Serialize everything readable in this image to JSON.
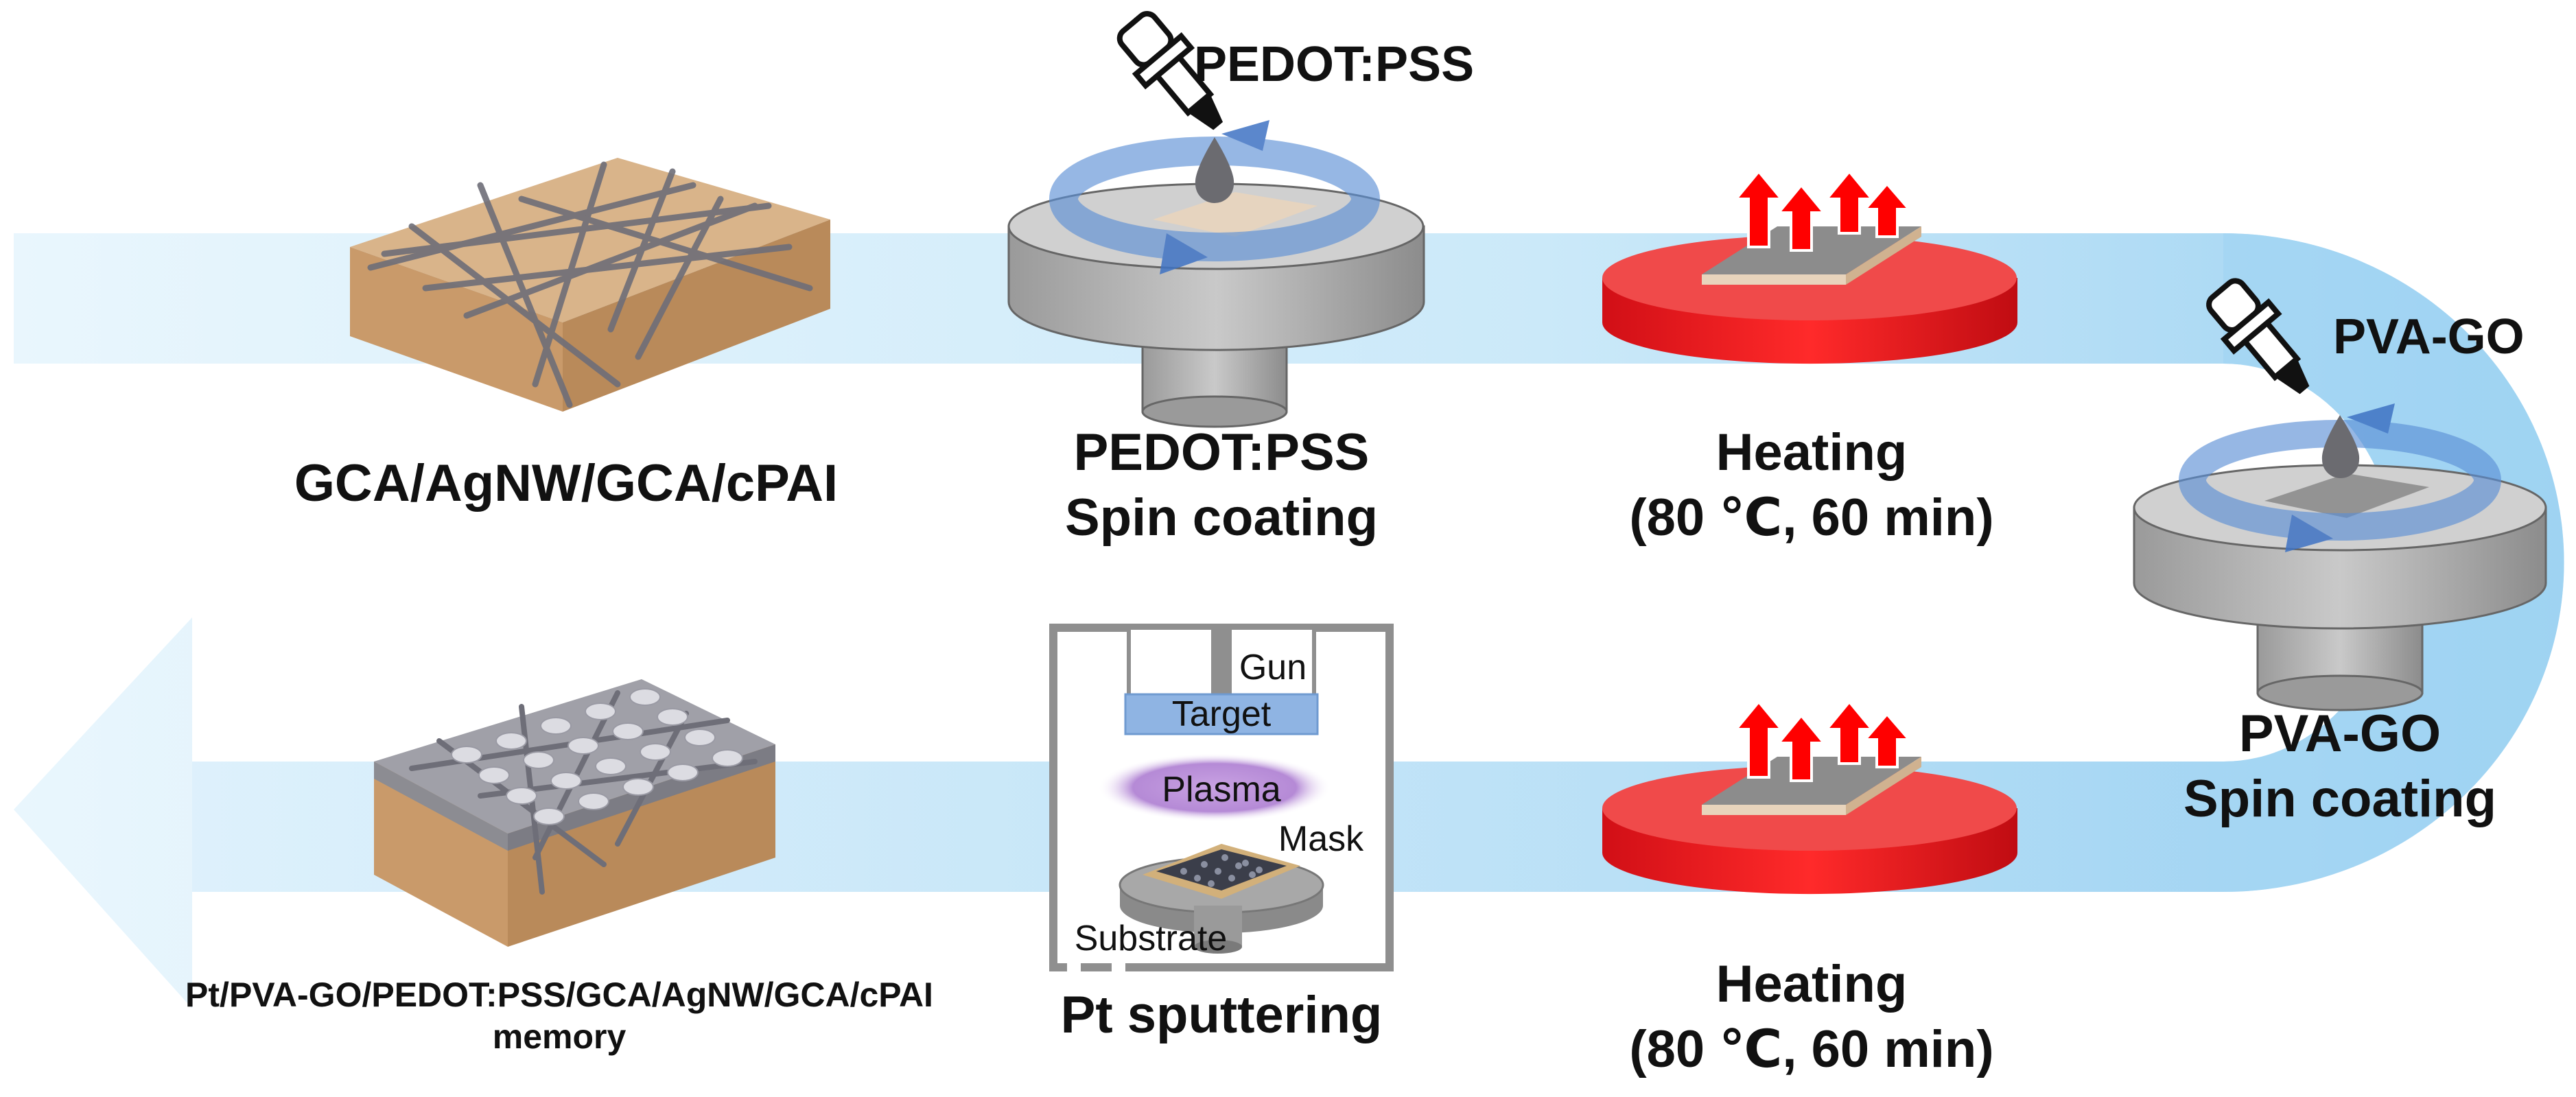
{
  "steps": {
    "start_sample": {
      "label": "GCA/AgNW/GCA/cPAI"
    },
    "pedot_spin": {
      "reagent": "PEDOT:PSS",
      "title_line1": "PEDOT:PSS",
      "title_line2": "Spin coating"
    },
    "heating_1": {
      "title_line1": "Heating",
      "title_line2": "(80 ℃, 60 min)"
    },
    "pvago_spin": {
      "reagent": "PVA-GO",
      "title_line1": "PVA-GO",
      "title_line2": "Spin coating"
    },
    "heating_2": {
      "title_line1": "Heating",
      "title_line2": "(80 ℃, 60 min)"
    },
    "sputter": {
      "title": "Pt sputtering",
      "labels": {
        "gun": "Gun",
        "target": "Target",
        "plasma": "Plasma",
        "mask": "Mask",
        "substrate": "Substrate"
      }
    },
    "final_device": {
      "label_line1": "Pt/PVA-GO/PEDOT:PSS/GCA/AgNW/GCA/cPAI",
      "label_line2": "memory"
    }
  },
  "colors": {
    "flow_arrow": "#bfe3f7",
    "hotplate_red": "#e4141c",
    "spinner_gray": "#a9a9a9",
    "rotation_blue": "#5b8fd6",
    "substrate_tan": "#d8b48a",
    "plasma_purple": "#b987d6",
    "target_blue": "#8fb4e3"
  }
}
